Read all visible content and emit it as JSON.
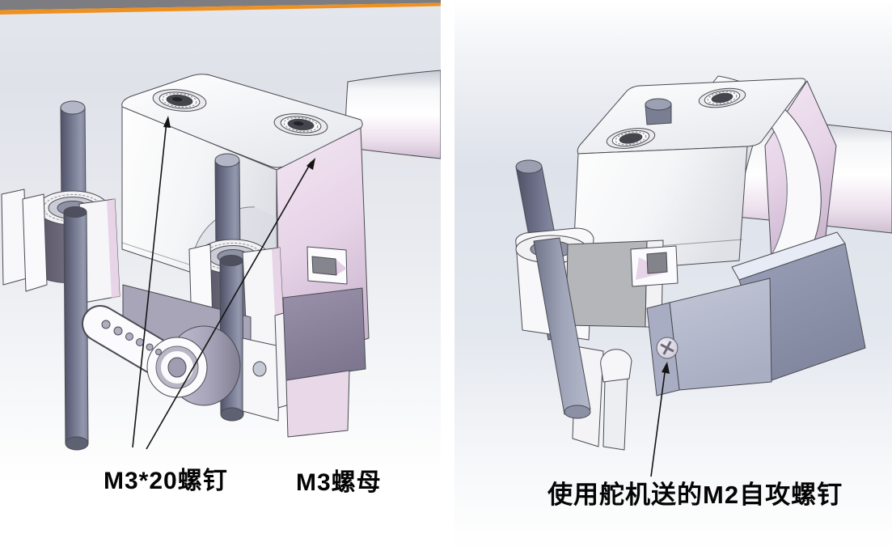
{
  "annotations": {
    "left": [
      {
        "id": "m3x20-screws",
        "text": "M3*20螺钉"
      },
      {
        "id": "m3-nut",
        "text": "M3螺母"
      }
    ],
    "right": [
      {
        "id": "m2-self-tapping-screw",
        "text": "使用舵机送的M2自攻螺钉"
      }
    ]
  },
  "colors": {
    "top_bar_gray": "#7d7d81",
    "top_bar_orange": "#ee9120",
    "background_top": "#dfe3ea",
    "background_bottom": "#ffffff",
    "part_white": "#f8f8fa",
    "part_pink": "#e6d3e7",
    "rod_gray": "#75798f",
    "drum_gray": "#7b7789",
    "blue_gray_block": "#9aa0b8",
    "purple_block": "#8d8499",
    "annotation_line": "#111111",
    "label_text": "#000000"
  }
}
